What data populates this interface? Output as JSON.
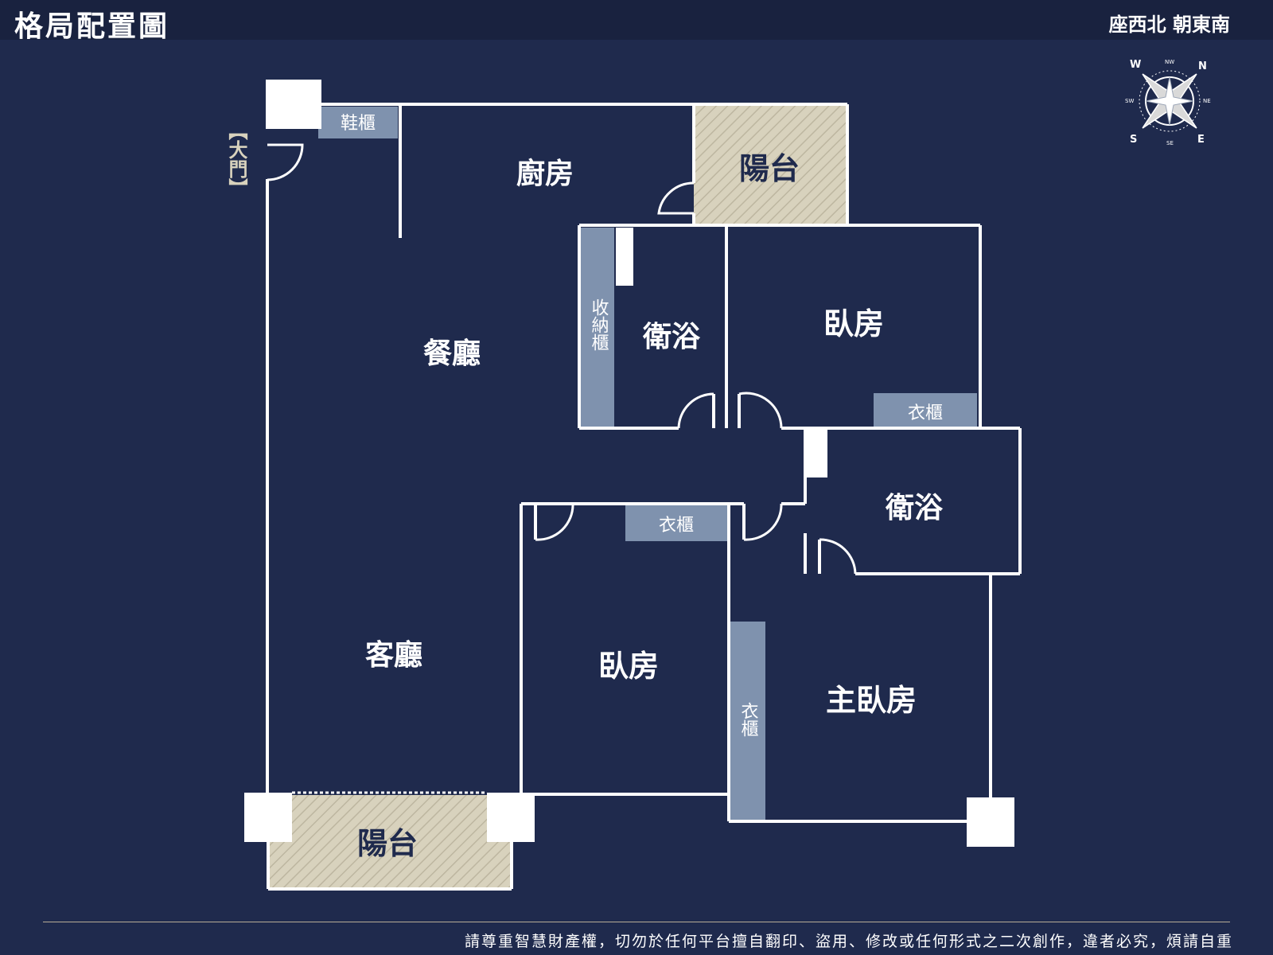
{
  "header": {
    "title": "格局配置圖",
    "orientation": "座西北 朝東南"
  },
  "compass": {
    "n": "N",
    "s": "S",
    "e": "E",
    "w": "W",
    "nw": "NW",
    "ne": "NE",
    "se": "SE",
    "sw": "SW"
  },
  "entrance": "【大門】",
  "rooms": {
    "kitchen": "廚房",
    "balcony_top": "陽台",
    "dining": "餐廳",
    "storage": "收納櫃",
    "bath_left": "衛浴",
    "bedroom_top": "臥房",
    "wardrobe_top": "衣櫃",
    "bath_right": "衛浴",
    "living": "客廳",
    "bedroom_mid": "臥房",
    "wardrobe_mid": "衣櫃",
    "wardrobe_master": "衣櫃",
    "master": "主臥房",
    "balcony_bottom": "陽台",
    "shoe": "鞋櫃"
  },
  "footer": "請尊重智慧財產權，切勿於任何平台擅自翻印、盜用、修改或任何形式之二次創作，違者必究，煩請自重",
  "colors": {
    "background": "#1f2a4d",
    "wall": "#ffffff",
    "cabinet": "#7f92ae",
    "balcony": "#d8d2bd"
  }
}
